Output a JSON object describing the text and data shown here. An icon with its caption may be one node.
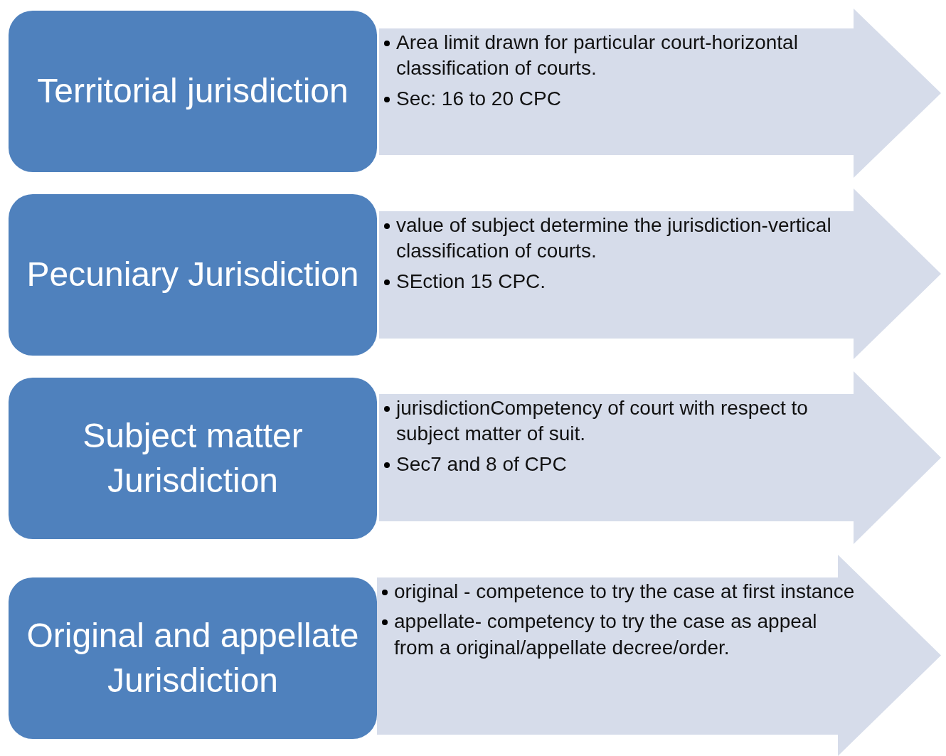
{
  "diagram": {
    "nodes": [
      {
        "text": [
          "Territorial jurisdiction"
        ]
      },
      {
        "text": [
          "Area limit drawn for particular court-horizontal classification of courts.",
          "Sec: 16 to 20 CPC"
        ]
      },
      {
        "text": [
          "Pecuniary Jurisdiction"
        ]
      },
      {
        "text": [
          "value of subject determine the jurisdiction-vertical classification of courts.",
          "SEction 15 CPC."
        ]
      },
      {
        "text": [
          "Subject matter Jurisdiction"
        ]
      },
      {
        "text": [
          "jurisdictionCompetency of court with respect to subject matter of suit.",
          "Sec7 and 8 of CPC"
        ]
      },
      {
        "text": [
          "Original and appellate Jurisdiction"
        ]
      },
      {
        "text": [
          "original - competence to try the case at first instance",
          "appellate- competency to try the case as appeal from a original/appellate decree/order."
        ]
      }
    ]
  }
}
